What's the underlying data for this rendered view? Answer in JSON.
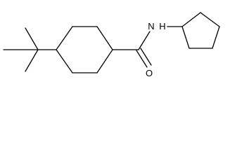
{
  "molecule": {
    "atoms": {
      "nitrogen": "N",
      "hydrogen": "H",
      "oxygen": "O"
    }
  },
  "colors": {
    "bond": "#000000",
    "background": "#ffffff"
  }
}
